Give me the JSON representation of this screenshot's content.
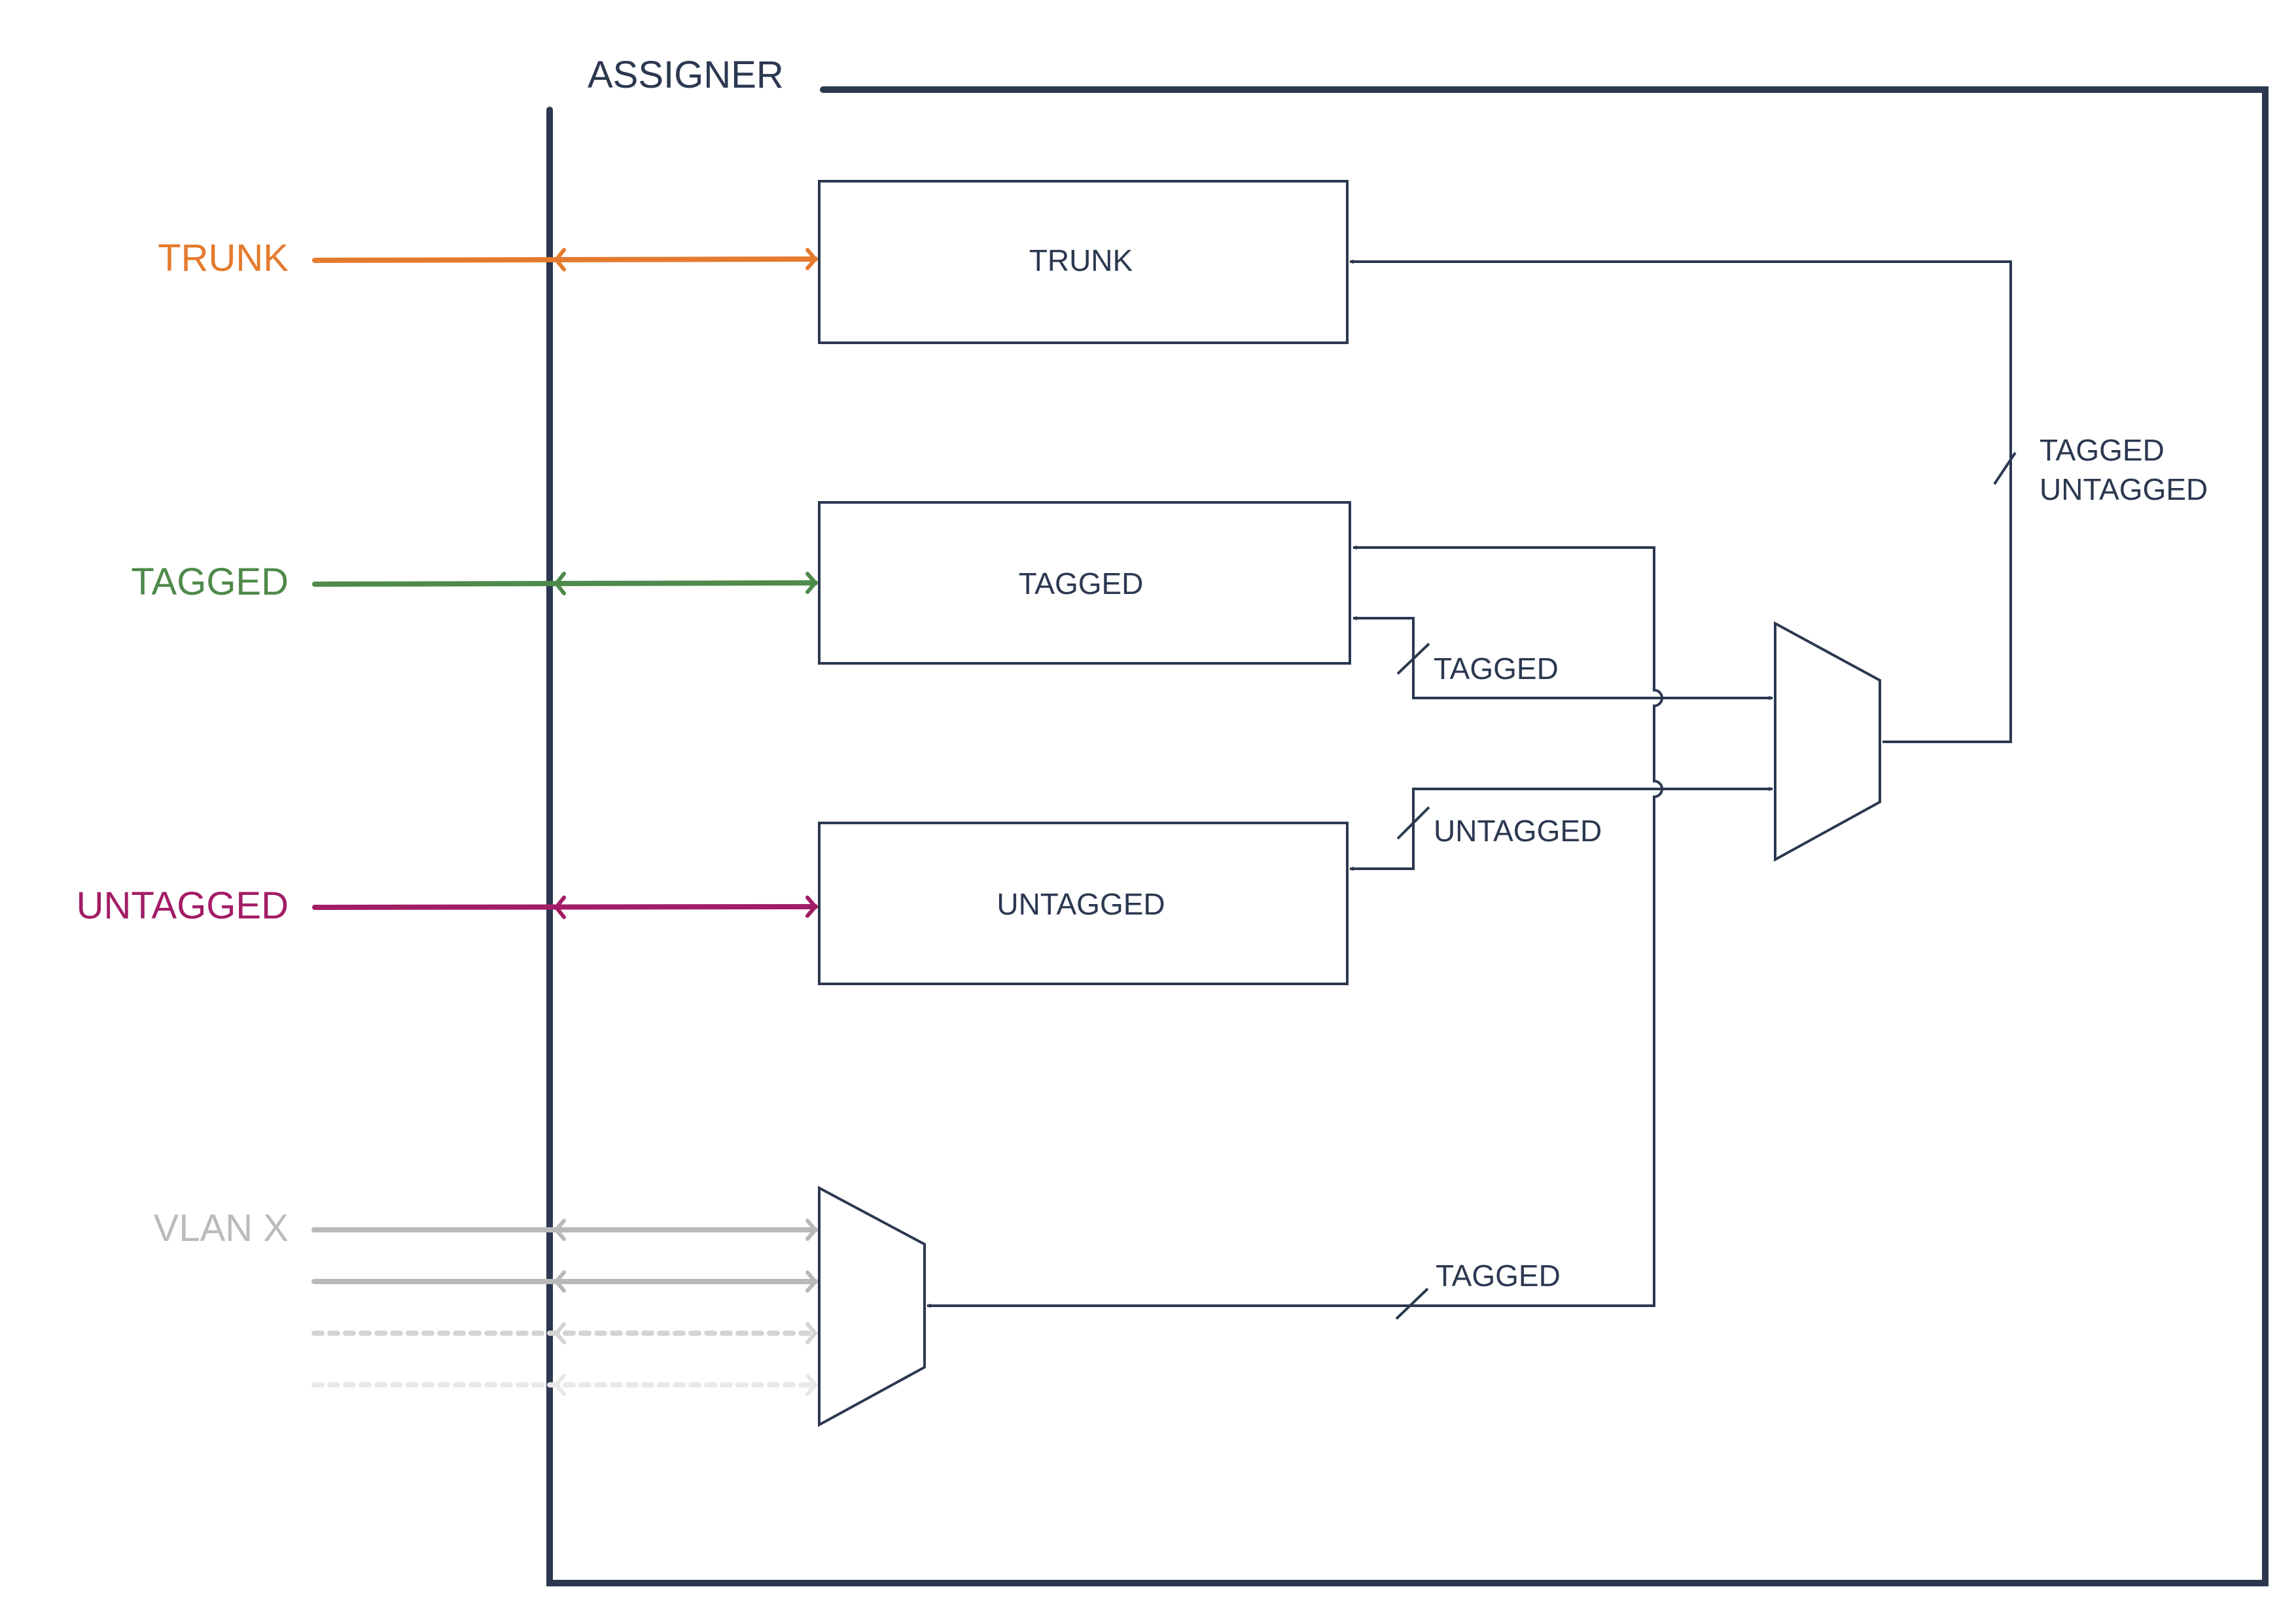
{
  "title": "ASSIGNER",
  "colors": {
    "frame": "#2b3850",
    "trunk": "#e57a2e",
    "tagged": "#4e8a4a",
    "untagged": "#a31c66",
    "vlan": "#b9b9b9",
    "vlan_dash1": "#d4d4d4",
    "vlan_dash2": "#e8e8e8"
  },
  "inputs": [
    {
      "id": "trunk",
      "label": "TRUNK"
    },
    {
      "id": "tagged",
      "label": "TAGGED"
    },
    {
      "id": "untagged",
      "label": "UNTAGGED"
    },
    {
      "id": "vlan",
      "label": "VLAN X"
    }
  ],
  "blocks": [
    {
      "id": "trunk",
      "label": "TRUNK"
    },
    {
      "id": "tagged",
      "label": "TAGGED"
    },
    {
      "id": "untagged",
      "label": "UNTAGGED"
    }
  ],
  "bus_labels": {
    "tagged_to_mux": "TAGGED",
    "untagged_to_mux": "UNTAGGED",
    "mux_out_line1": "TAGGED",
    "mux_out_line2": "UNTAGGED",
    "tagged_to_vlan_mux": "TAGGED"
  }
}
